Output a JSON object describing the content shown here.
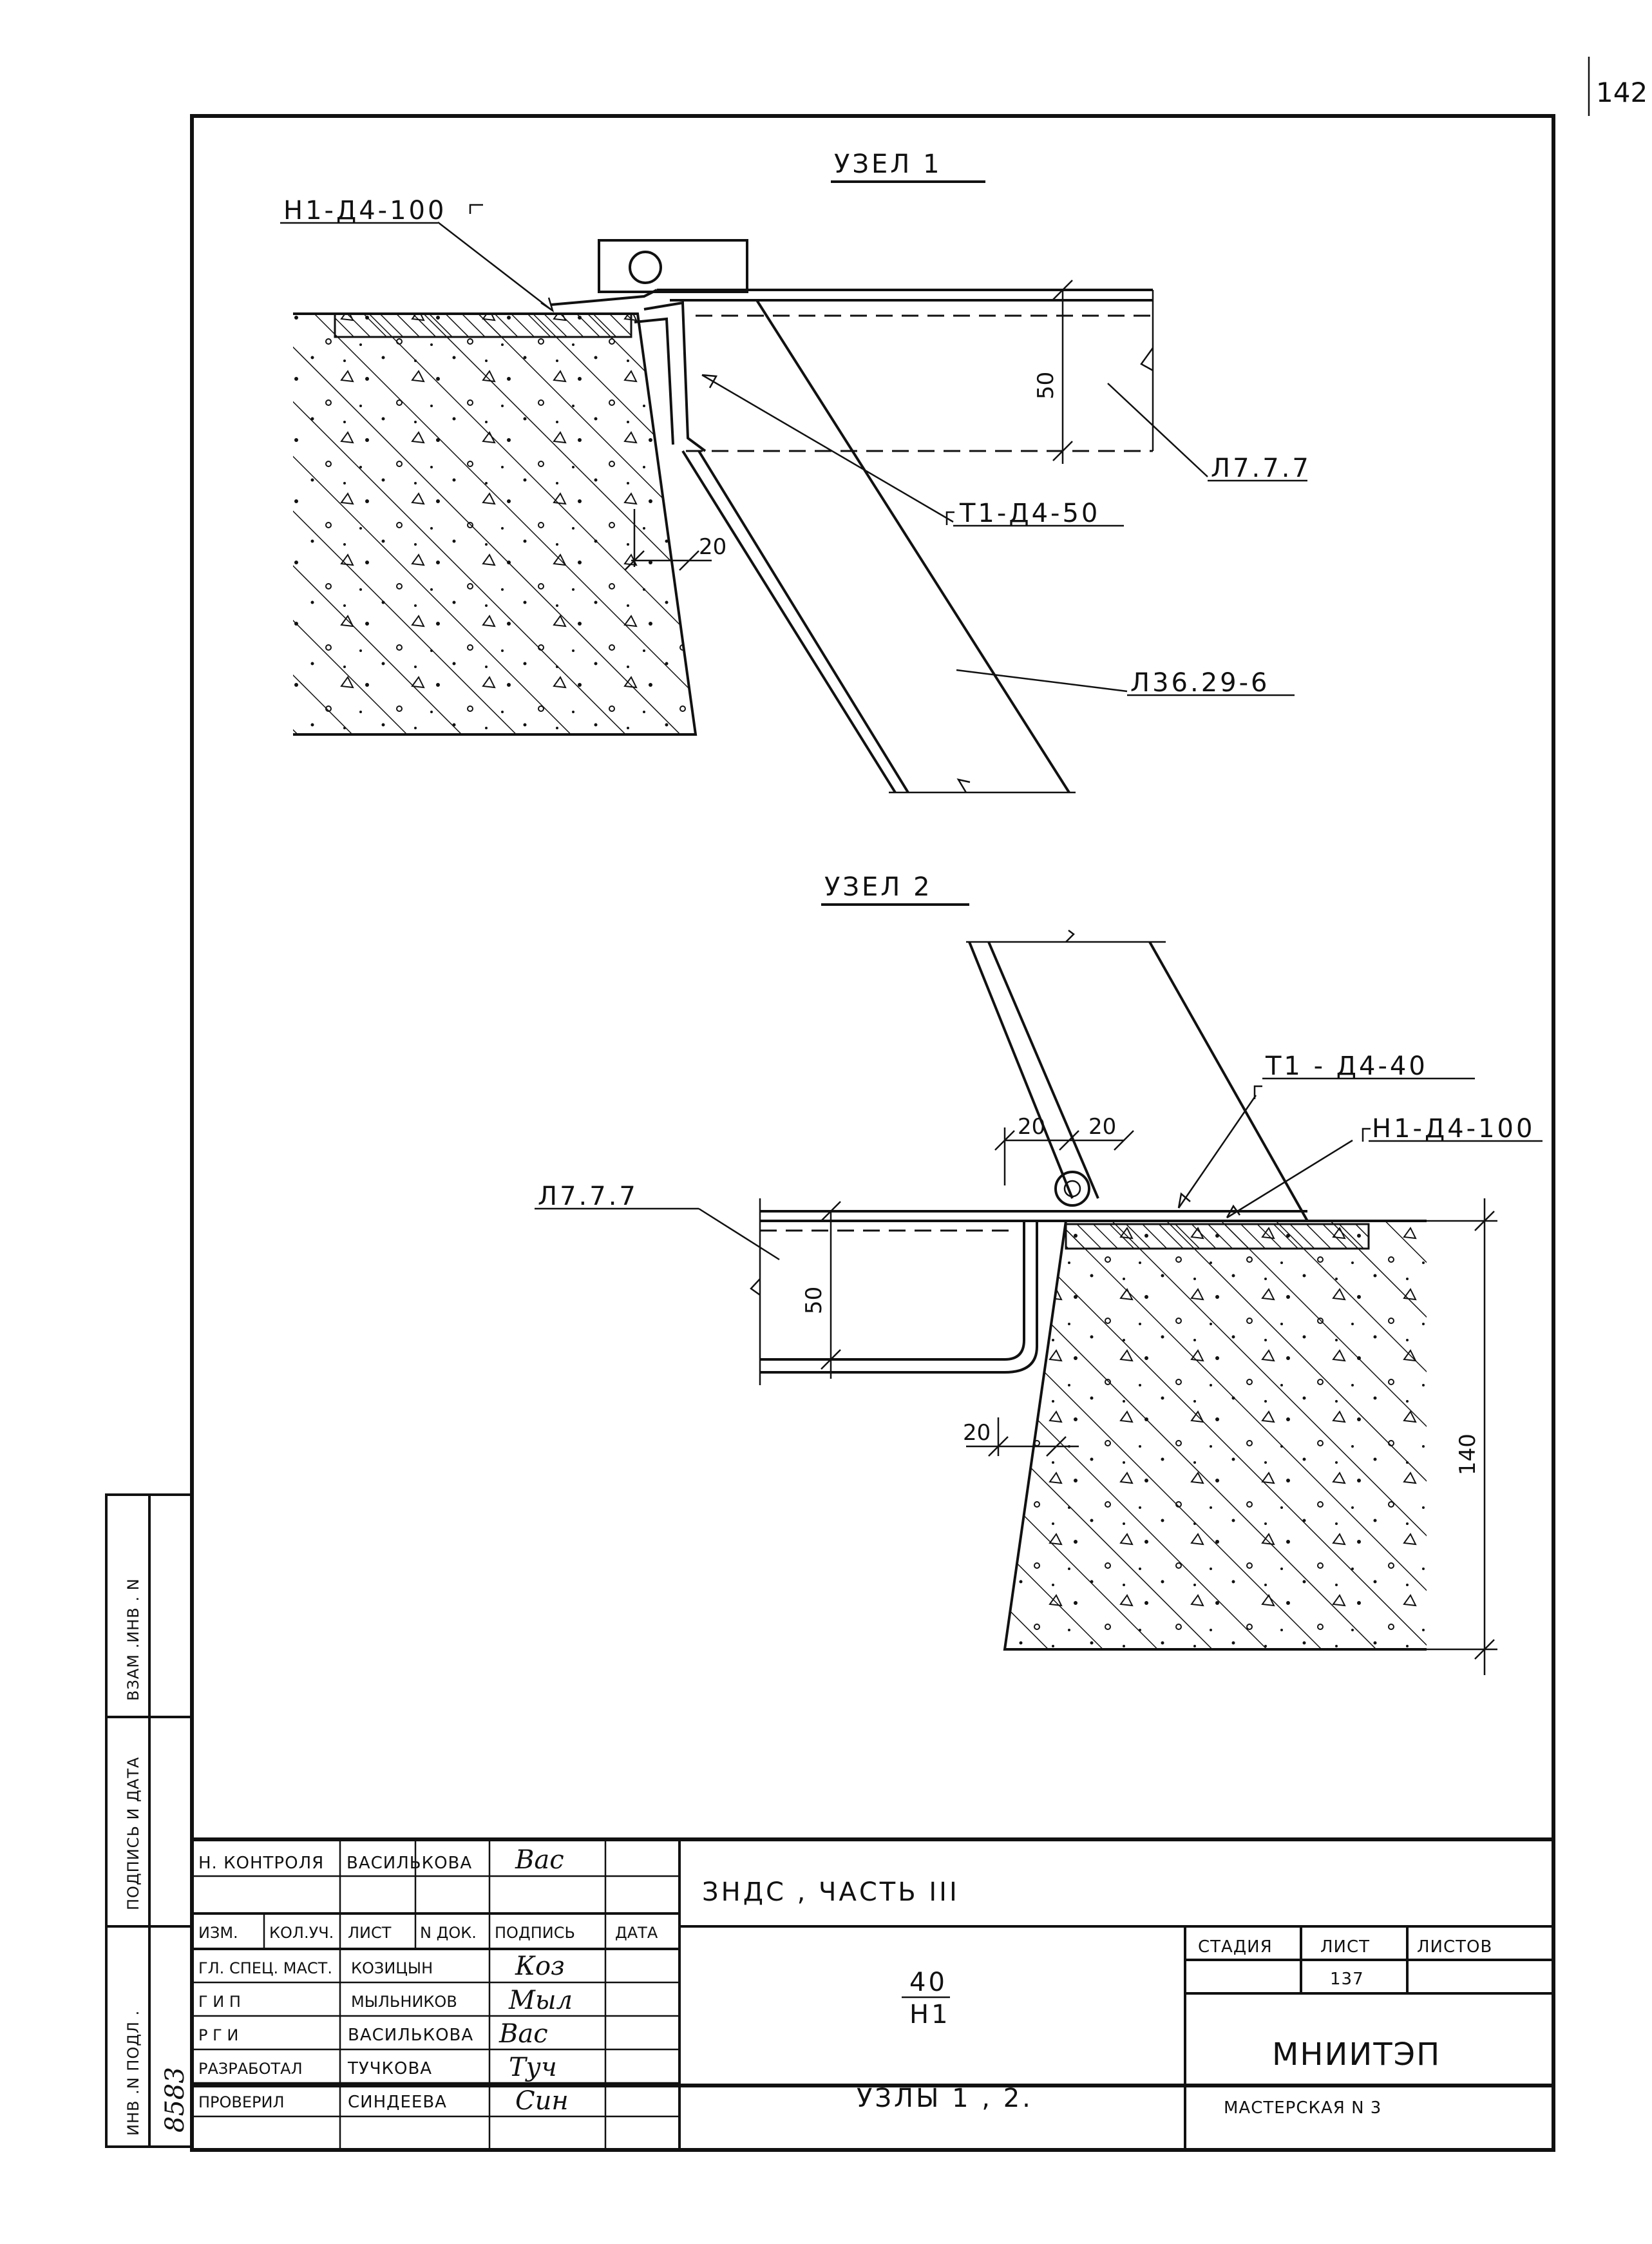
{
  "page_number": "142",
  "node1": {
    "title": "УЗЕЛ 1",
    "label_h1": "Н1-Д4-100",
    "label_l777": "Л7.7.7",
    "label_t1": "Т1-Д4-50",
    "label_l36": "Л36.29-6",
    "dim_50": "50",
    "dim_20": "20"
  },
  "node2": {
    "title": "УЗЕЛ 2",
    "label_t1": "Т1 - Д4-40",
    "label_h1": "Н1-Д4-100",
    "label_l777": "Л7.7.7",
    "dim_20a": "20",
    "dim_20b": "20",
    "dim_50": "50",
    "dim_20c": "20",
    "dim_140": "140"
  },
  "side_stamp": {
    "vzam": "ВЗАМ .ИНВ . N",
    "podpis": "ПОДПИСЬ  И  ДАТА",
    "inv": "ИНВ .N  ПОДЛ .",
    "inv_handwritten": "8583"
  },
  "title_block": {
    "nkontrol_role": "Н. КОНТРОЛЯ",
    "nkontrol_name": "ВАСИЛЬКОВА",
    "col_izm": "ИЗМ.",
    "col_koluch": "КОЛ.УЧ.",
    "col_list": "ЛИСТ",
    "col_ndok": "N ДОК.",
    "col_podpis": "ПОДПИСЬ",
    "col_data": "ДАТА",
    "rows": [
      {
        "role": "ГЛ. СПЕЦ. МАСТ.",
        "name": "КОЗИЦЫН"
      },
      {
        "role": "Г И П",
        "name": "МЫЛЬНИКОВ"
      },
      {
        "role": "Р Г И",
        "name": "ВАСИЛЬКОВА"
      },
      {
        "role": "РАЗРАБОТАЛ",
        "name": "ТУЧКОВА"
      },
      {
        "role": "ПРОВЕРИЛ",
        "name": "СИНДЕЕВА"
      }
    ],
    "project": "ЗНДС , ЧАСТЬ III",
    "code_top": "40",
    "code_bottom": "Н1",
    "sheet_title": "УЗЛЫ 1 , 2.",
    "stage_label": "СТАДИЯ",
    "list_label": "ЛИСТ",
    "listov_label": "ЛИСТОВ",
    "list_value": "137",
    "org": "МНИИТЭП",
    "workshop": "МАСТЕРСКАЯ N 3"
  }
}
